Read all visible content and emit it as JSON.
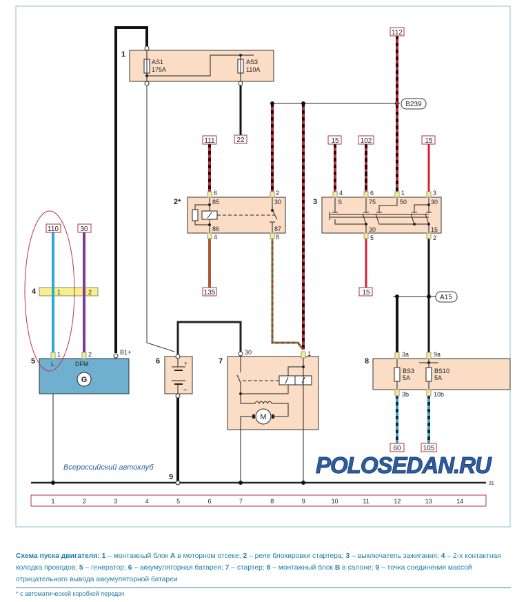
{
  "components": {
    "block1": {
      "num": "1",
      "fuse1": "AS1",
      "fuse1_rating": "175A",
      "fuse2": "AS3",
      "fuse2_rating": "110A"
    },
    "relay2": {
      "num": "2*",
      "pin_top_left": "6",
      "pin_top_right": "2",
      "pin_bottom_left": "4",
      "pin_bottom_right": "8",
      "t85": "85",
      "t86": "86",
      "t30": "30",
      "t87": "87"
    },
    "switch3": {
      "num": "3",
      "pins_top": [
        "4",
        "6",
        "1",
        "3"
      ],
      "terms_top": [
        "S",
        "75",
        "50",
        "30"
      ],
      "pins_bottom": [
        "5",
        "2"
      ],
      "terms_bottom": [
        "30",
        "15"
      ]
    },
    "connector4": {
      "num": "4",
      "pin1": "1",
      "pin2": "2"
    },
    "generator5": {
      "num": "5",
      "pin1": "1",
      "pin2": "2",
      "term_l": "L",
      "term_dfm": "DFM",
      "term_b": "B1+",
      "symbol": "G"
    },
    "battery6": {
      "num": "6",
      "plus": "+",
      "minus": "–"
    },
    "starter7": {
      "num": "7",
      "term30": "30",
      "term1": "1",
      "motor": "M"
    },
    "block8": {
      "num": "8",
      "fuse1": "BS3",
      "fuse1_rating": "5A",
      "fuse2": "BS10",
      "fuse2_rating": "5A",
      "pin_3a": "3a",
      "pin_9a": "9a",
      "pin_3b": "3b",
      "pin_10b": "10b"
    },
    "ground_point": "9",
    "ground_bus": "31"
  },
  "wire_refs": {
    "r112": "112",
    "r22": "22",
    "r111": "111",
    "r135": "135",
    "r15a": "15",
    "r102": "102",
    "r15b": "15",
    "r15c": "15",
    "r110": "110",
    "r30": "30",
    "r60": "60",
    "r105": "105"
  },
  "junctions": {
    "b239": "B239",
    "a15": "A15"
  },
  "grid": [
    "1",
    "2",
    "3",
    "4",
    "5",
    "6",
    "7",
    "8",
    "9",
    "10",
    "11",
    "12",
    "13",
    "14"
  ],
  "caption": {
    "title": "Схема пуска двигателя:",
    "items": [
      {
        "n": "1",
        "t": " – монтажный блок "
      },
      {
        "n": "A",
        "t": " в моторном отсеке; "
      },
      {
        "n": "2",
        "t": " – реле блокировки стартера; "
      },
      {
        "n": "3",
        "t": " – выключатель зажигания; "
      },
      {
        "n": "4",
        "t": " – 2-х контактная колодка проводов; "
      },
      {
        "n": "5",
        "t": " – генератор; "
      },
      {
        "n": "6",
        "t": " – аккумуляторная батарея; "
      },
      {
        "n": "7",
        "t": " – стартер; "
      },
      {
        "n": "8",
        "t": " – монтажный блок "
      },
      {
        "n": "B",
        "t": " в салоне; "
      },
      {
        "n": "9",
        "t": " – точка соединения массой отрицательного вывода аккумуляторной батареи"
      }
    ],
    "footnote": "* с автоматической коробкой передач"
  },
  "watermark": {
    "site": "POLOSEDAN.RU",
    "club": "Всероссийский автоклуб"
  },
  "colors": {
    "block": "#fbdcc4",
    "generator": "#6fb0d0",
    "connector": "#f7ef8a",
    "frame": "#8bbcd0",
    "ref_box": "#b03040",
    "caption": "#1f7ea6"
  }
}
